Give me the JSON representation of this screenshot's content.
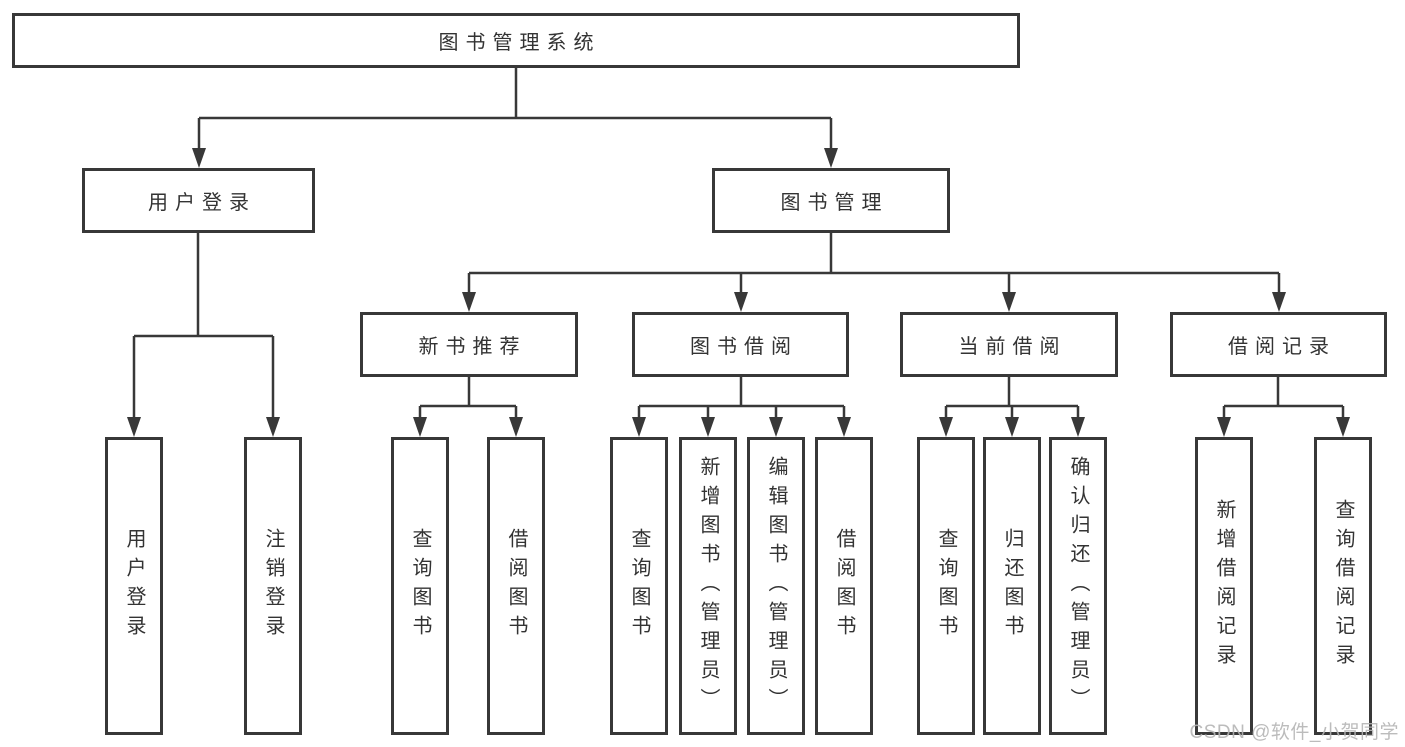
{
  "tree": {
    "label": "图书管理系统",
    "children": [
      {
        "label": "用户登录",
        "children": [
          {
            "label": "用户登录"
          },
          {
            "label": "注销登录"
          }
        ]
      },
      {
        "label": "图书管理",
        "children": [
          {
            "label": "新书推荐",
            "children": [
              {
                "label": "查询图书"
              },
              {
                "label": "借阅图书"
              }
            ]
          },
          {
            "label": "图书借阅",
            "children": [
              {
                "label": "查询图书"
              },
              {
                "label": "新增图书（管理员）"
              },
              {
                "label": "编辑图书（管理员）"
              },
              {
                "label": "借阅图书"
              }
            ]
          },
          {
            "label": "当前借阅",
            "children": [
              {
                "label": "查询图书"
              },
              {
                "label": "归还图书"
              },
              {
                "label": "确认归还（管理员）"
              }
            ]
          },
          {
            "label": "借阅记录",
            "children": [
              {
                "label": "新增借阅记录"
              },
              {
                "label": "查询借阅记录"
              }
            ]
          }
        ]
      }
    ]
  },
  "watermark": "CSDN @软件_小贺同学",
  "colors": {
    "line": "#383838",
    "box_background": "#ffffff",
    "text": "#333333",
    "watermark": "#b5b5b5"
  }
}
